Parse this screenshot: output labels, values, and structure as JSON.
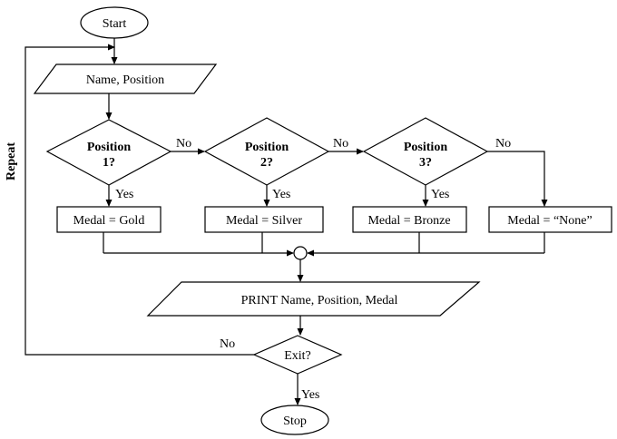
{
  "start_label": "Start",
  "input_label": "Name, Position",
  "decisions": [
    {
      "line1": "Position",
      "line2": "1?"
    },
    {
      "line1": "Position",
      "line2": "2?"
    },
    {
      "line1": "Position",
      "line2": "3?"
    }
  ],
  "branch_labels": {
    "yes": "Yes",
    "no": "No"
  },
  "medals": [
    "Medal = Gold",
    "Medal = Silver",
    "Medal = Bronze",
    "Medal = “None”"
  ],
  "print_label": "PRINT Name, Position, Medal",
  "exit_label": "Exit?",
  "stop_label": "Stop",
  "repeat_label": "Repeat"
}
